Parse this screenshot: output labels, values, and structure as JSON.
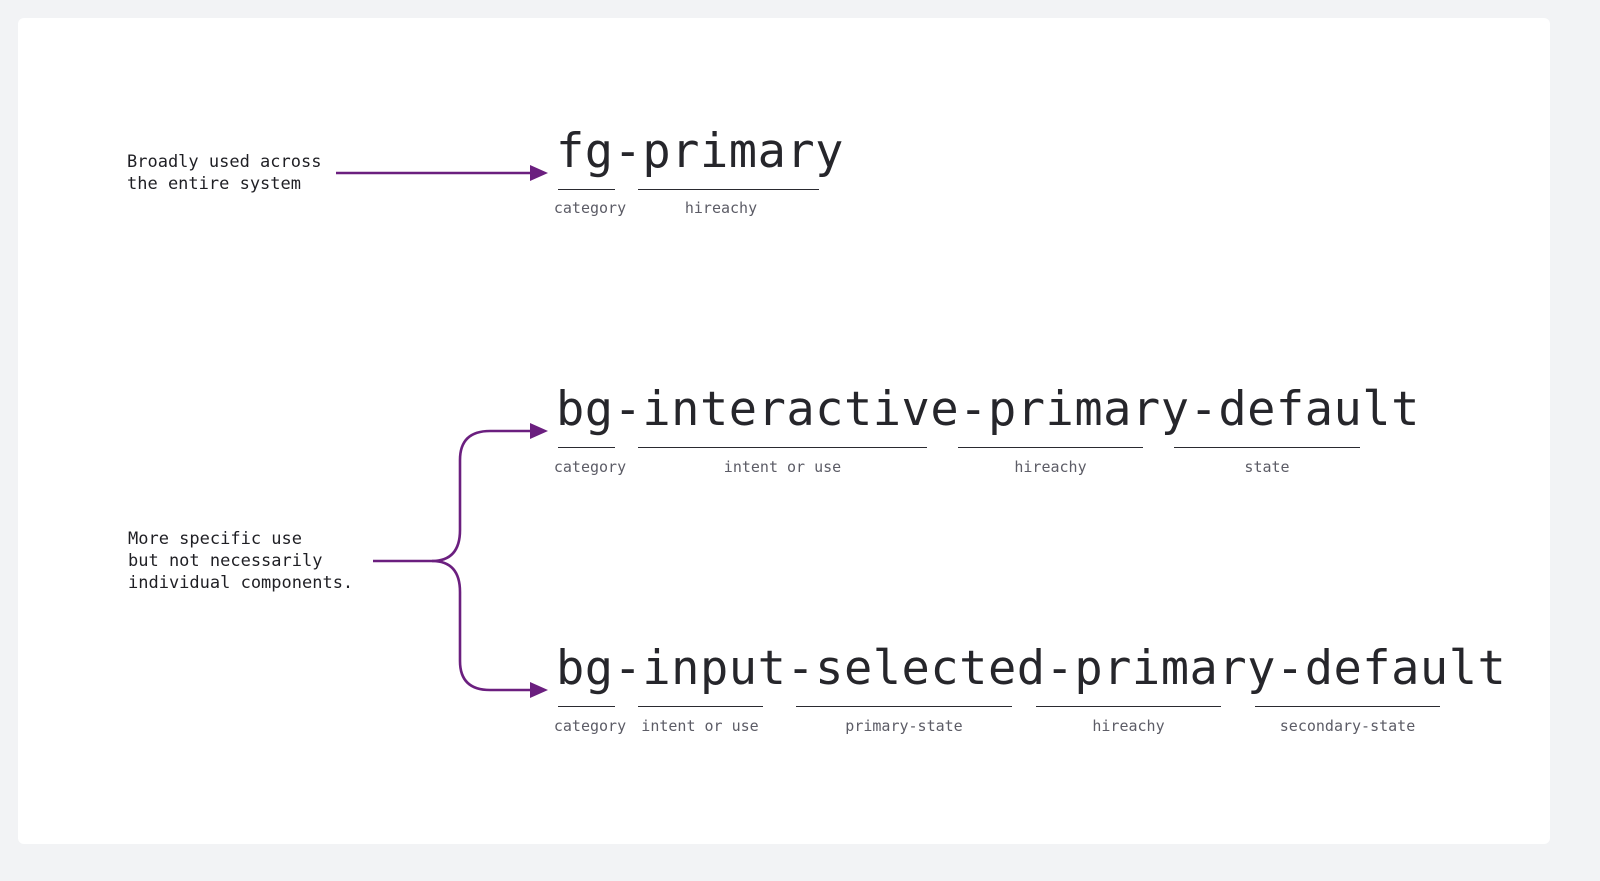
{
  "notes": {
    "broad": [
      "Broadly used across",
      "the entire system"
    ],
    "specific": [
      "More specific use",
      "but not necessarily",
      "individual components."
    ]
  },
  "tokens": [
    {
      "text": "fg-primary",
      "segments": [
        "category",
        "hireachy"
      ]
    },
    {
      "text": "bg-interactive-primary-default",
      "segments": [
        "category",
        "intent or use",
        "hireachy",
        "state"
      ]
    },
    {
      "text": "bg-input-selected-primary-default",
      "segments": [
        "category",
        "intent or use",
        "primary-state",
        "hireachy",
        "secondary-state"
      ]
    }
  ],
  "colors": {
    "arrow": "#6b1f7f",
    "underline": "#2a2a30",
    "background": "#f2f3f5",
    "card": "#ffffff"
  }
}
